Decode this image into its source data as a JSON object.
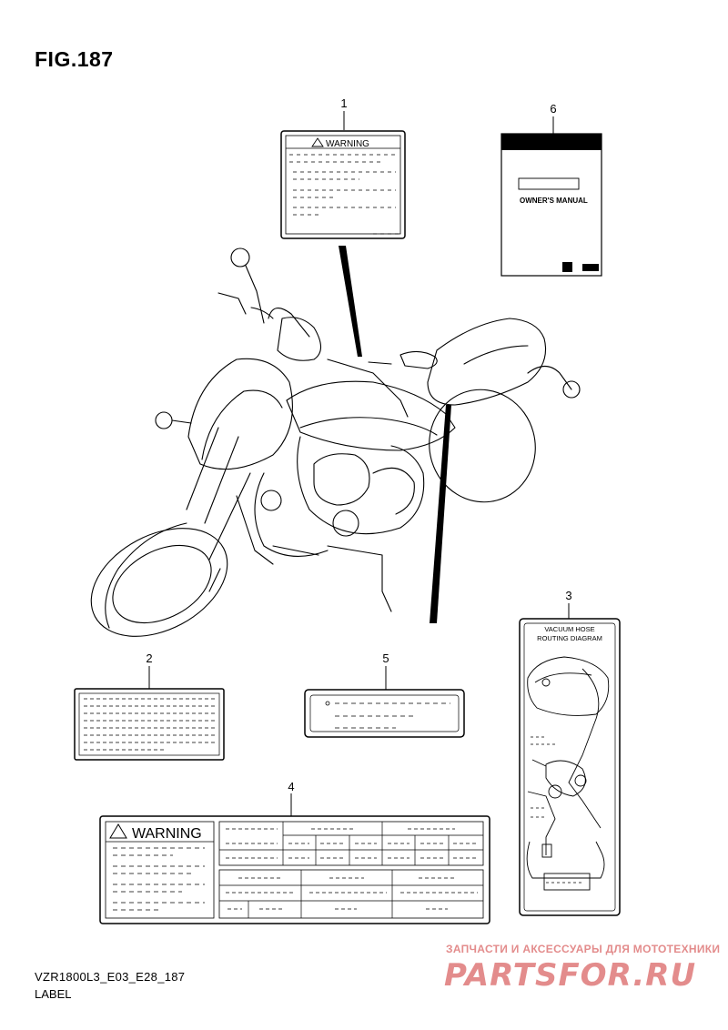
{
  "figure": {
    "title": "FIG.187"
  },
  "callouts": [
    "1",
    "6",
    "2",
    "5",
    "3",
    "4"
  ],
  "labels": {
    "warning_small": "WARNING",
    "owners_manual": "OWNER'S MANUAL",
    "vacuum_line1": "VACUUM HOSE",
    "vacuum_line2": "ROUTING DIAGRAM",
    "warning_large": "WARNING"
  },
  "footer": {
    "code": "VZR1800L3_E03_E28_187",
    "label": "LABEL"
  },
  "watermark": {
    "text": "ЗАПЧАСТИ И АКСЕССУАРЫ ДЛЯ МОТОТЕХНИКИ",
    "brand": "PARTSFOR.RU",
    "color": "#e38c8c"
  }
}
